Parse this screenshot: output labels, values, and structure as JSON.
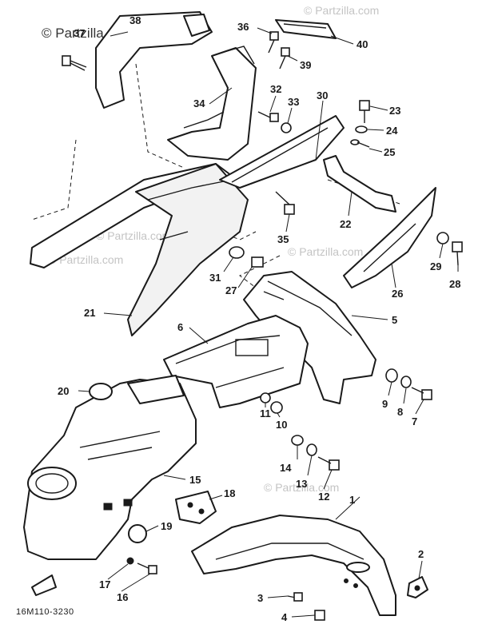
{
  "credit": "© Partzilla.com",
  "watermark": "© Partzilla.com",
  "diagram_code": "16M110-3230",
  "callouts": [
    "1",
    "2",
    "3",
    "4",
    "5",
    "6",
    "7",
    "8",
    "9",
    "10",
    "11",
    "12",
    "13",
    "14",
    "15",
    "16",
    "17",
    "18",
    "19",
    "20",
    "21",
    "22",
    "23",
    "24",
    "25",
    "26",
    "27",
    "28",
    "29",
    "30",
    "31",
    "32",
    "33",
    "34",
    "35",
    "36",
    "37",
    "38",
    "39",
    "40"
  ]
}
